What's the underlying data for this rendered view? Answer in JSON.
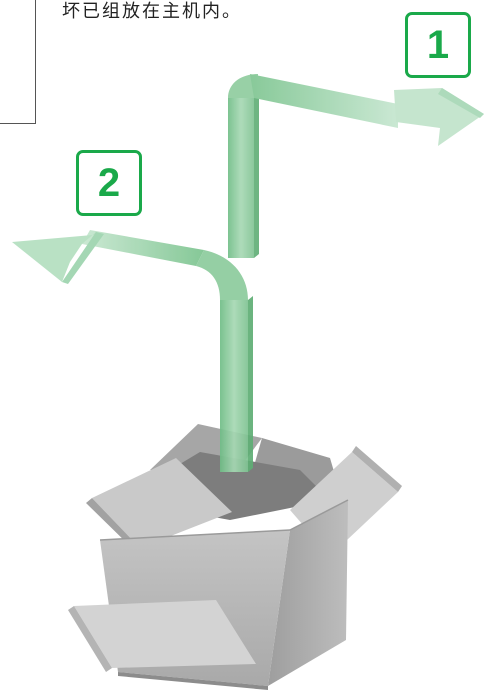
{
  "caption": "坏已组放在主机内。",
  "steps": [
    {
      "number": "1"
    },
    {
      "number": "2"
    }
  ],
  "colors": {
    "badge_green": "#1aa94a",
    "arrow_green": "#8fcc9f",
    "box_gray": "#b7b7b7"
  }
}
